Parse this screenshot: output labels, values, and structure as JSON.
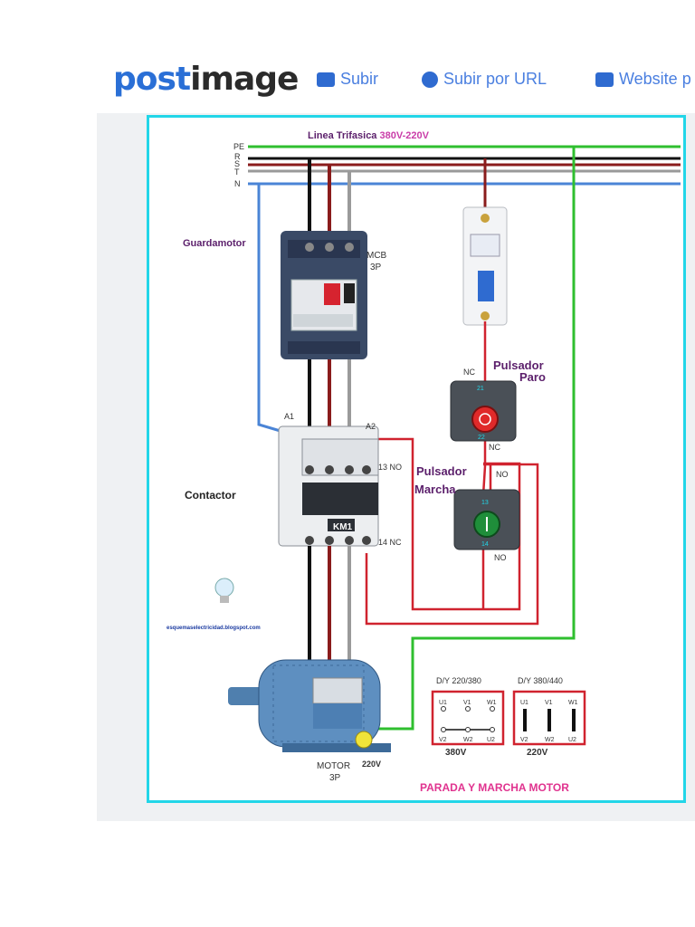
{
  "site": {
    "brand_part1": "post",
    "brand_part2": "image",
    "nav": [
      {
        "label": "Subir",
        "icon": "upload-icon"
      },
      {
        "label": "Subir por URL",
        "icon": "link-icon"
      },
      {
        "label": "Website p",
        "icon": "website-icon"
      }
    ]
  },
  "diagram": {
    "supply_title_a": "Linea Trifasica ",
    "supply_title_b": "380V-220V",
    "lines": [
      "PE",
      "R",
      "S",
      "T",
      "N"
    ],
    "line_colors": {
      "PE": "#2fbf2f",
      "R": "#111111",
      "S": "#8a1c1c",
      "T": "#9a9a9a",
      "N": "#4a84d6"
    },
    "guardamotor": "Guardamotor",
    "mcb_1": "MCB",
    "mcb_2": "3P",
    "pulsador_paro_1": "Pulsador",
    "pulsador_paro_2": "Paro",
    "nc_top": "NC",
    "nc_bottom": "NC",
    "contactor": "Contactor",
    "a1": "A1",
    "a2": "A2",
    "no_13": "13 NO",
    "nc_14": "14 NC",
    "km1": "KM1",
    "pulsador_marcha_1": "Pulsador",
    "pulsador_marcha_2": "Marcha",
    "no_top": "NO",
    "no_bottom": "NO",
    "paro_num_top": "21",
    "paro_num_bottom": "22",
    "marcha_num_top": "13",
    "marcha_num_bottom": "14",
    "blog": "esquemaselectricidad.blogspot.com",
    "motor_1": "MOTOR",
    "motor_2": "3P",
    "ground_voltage": "220V",
    "dy1_title": "D/Y 220/380",
    "dy2_title": "D/Y 380/440",
    "terminals_top": [
      "U1",
      "V1",
      "W1"
    ],
    "terminals_bottom": [
      "V2",
      "W2",
      "U2"
    ],
    "v380": "380V",
    "v220": "220V",
    "caption": "PARADA Y MARCHA MOTOR"
  }
}
